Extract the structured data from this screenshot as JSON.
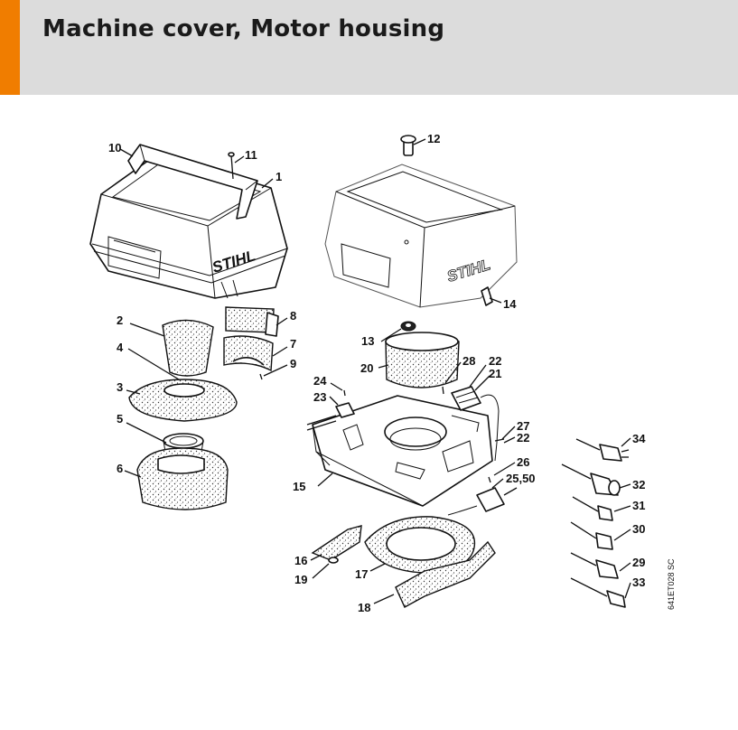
{
  "header": {
    "title": "Machine cover, Motor housing",
    "accent_color": "#f07d00",
    "background_color": "#dcdcdc"
  },
  "diagram": {
    "brand_text": "STIHL",
    "drawing_code": "641ET028 SC",
    "callouts": [
      "1",
      "2",
      "3",
      "4",
      "5",
      "6",
      "7",
      "8",
      "9",
      "10",
      "11",
      "12",
      "13",
      "14",
      "15",
      "16",
      "17",
      "18",
      "19",
      "20",
      "21",
      "22",
      "22",
      "23",
      "24",
      "25,50",
      "26",
      "27",
      "28",
      "29",
      "30",
      "31",
      "32",
      "33",
      "34"
    ]
  }
}
